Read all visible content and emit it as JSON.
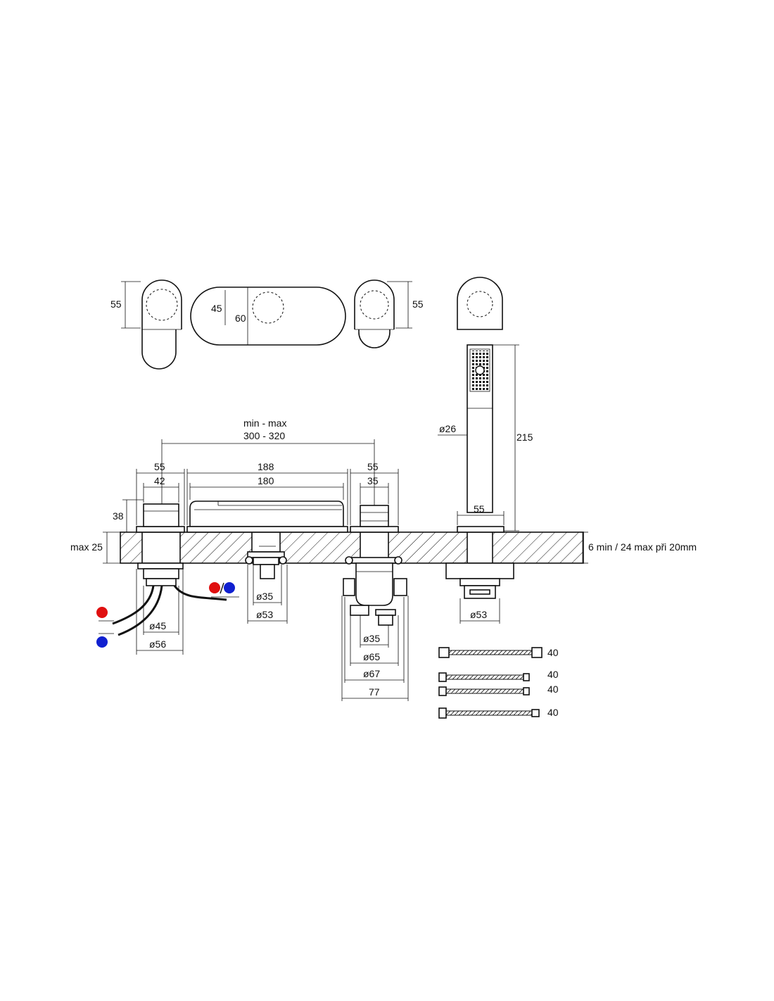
{
  "top_view": {
    "left_height": "55",
    "oval_inner": "45",
    "oval_outer": "60",
    "right_height": "55"
  },
  "spacing": {
    "label": "min - max",
    "range": "300 - 320"
  },
  "mixer_left": {
    "outer": "55",
    "inner": "42",
    "height": "38"
  },
  "spout": {
    "outer": "188",
    "inner": "180"
  },
  "mixer_right": {
    "outer": "55",
    "inner": "35"
  },
  "shower": {
    "diameter": "ø26",
    "height": "215",
    "base": "55"
  },
  "deck": {
    "left": "max 25",
    "right": "6 min / 24 max při 20mm"
  },
  "below_left": {
    "d1": "ø45",
    "d2": "ø56"
  },
  "below_spout": {
    "d1": "ø35",
    "d2": "ø53"
  },
  "below_diverter": {
    "d1": "ø35",
    "d2": "ø65",
    "d3": "ø67",
    "w": "77"
  },
  "below_shower": {
    "d1": "ø53"
  },
  "hoses": {
    "h1": "40",
    "h2": "40",
    "h3": "40",
    "h4": "40"
  },
  "colors": {
    "hot": "#e01010",
    "cold": "#1020d0",
    "line": "#111111"
  }
}
